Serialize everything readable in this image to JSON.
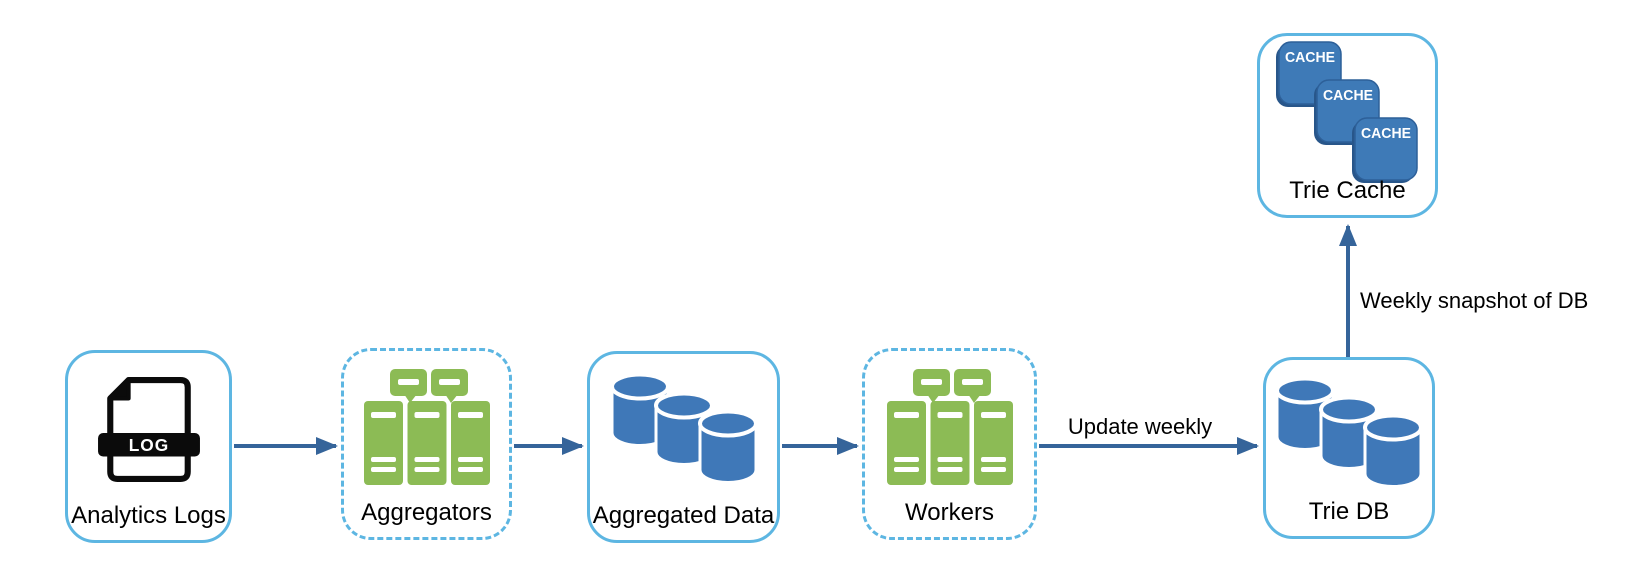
{
  "diagram": {
    "type": "flowchart",
    "background": "#ffffff",
    "colors": {
      "node_border_blue": "#5db6e2",
      "arrow_blue": "#35649a",
      "server_green": "#8cbb55",
      "database_blue": "#3f78b8",
      "cache_fill_blue": "#3e7ab7",
      "cache_shadow_blue": "#28568a",
      "icon_black": "#0b0b0b",
      "label_text": "#000000",
      "icon_detail_white": "#ffffff"
    },
    "nodes": [
      {
        "id": "analytics-logs",
        "label": "Analytics Logs",
        "icon": "log-file-icon",
        "border_style": "solid",
        "icon_text": "LOG"
      },
      {
        "id": "aggregators",
        "label": "Aggregators",
        "icon": "server-cluster-icon",
        "border_style": "dashed",
        "icon_text": ""
      },
      {
        "id": "aggregated-data",
        "label": "Aggregated Data",
        "icon": "database-stack-icon",
        "border_style": "solid",
        "icon_text": ""
      },
      {
        "id": "workers",
        "label": "Workers",
        "icon": "server-cluster-icon",
        "border_style": "dashed",
        "icon_text": ""
      },
      {
        "id": "trie-db",
        "label": "Trie DB",
        "icon": "database-stack-icon",
        "border_style": "solid",
        "icon_text": ""
      },
      {
        "id": "trie-cache",
        "label": "Trie Cache",
        "icon": "cache-stack-icon",
        "border_style": "solid",
        "icon_text": "CACHE"
      }
    ],
    "edges": [
      {
        "from": "analytics-logs",
        "to": "aggregators",
        "label": "",
        "direction": "right"
      },
      {
        "from": "aggregators",
        "to": "aggregated-data",
        "label": "",
        "direction": "right"
      },
      {
        "from": "aggregated-data",
        "to": "workers",
        "label": "",
        "direction": "right"
      },
      {
        "from": "workers",
        "to": "trie-db",
        "label": "Update weekly",
        "direction": "right"
      },
      {
        "from": "trie-db",
        "to": "trie-cache",
        "label": "Weekly snapshot of DB",
        "direction": "up"
      }
    ]
  }
}
